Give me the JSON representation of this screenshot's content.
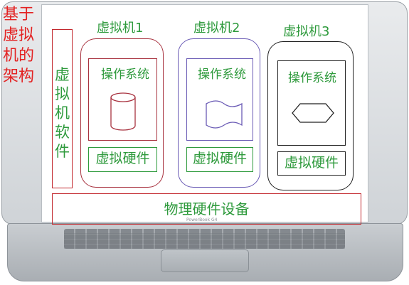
{
  "title": "基于虚拟机的架构",
  "virtualization_software": "虚拟机软件",
  "physical_hardware": "物理硬件设备",
  "brand_text": "PowerBook G4",
  "virtual_machines": [
    {
      "label": "虚拟机1",
      "os": "操作系统",
      "hardware": "虚拟硬件",
      "shape": "cylinder",
      "color": "#a8323f"
    },
    {
      "label": "虚拟机2",
      "os": "操作系统",
      "hardware": "虚拟硬件",
      "shape": "wave",
      "color": "#6a5bb5"
    },
    {
      "label": "虚拟机3",
      "os": "操作系统",
      "hardware": "虚拟硬件",
      "shape": "hexagon",
      "color": "#222222"
    }
  ],
  "colors": {
    "accent_red": "#e32222",
    "text_green": "#2e9a3c"
  }
}
